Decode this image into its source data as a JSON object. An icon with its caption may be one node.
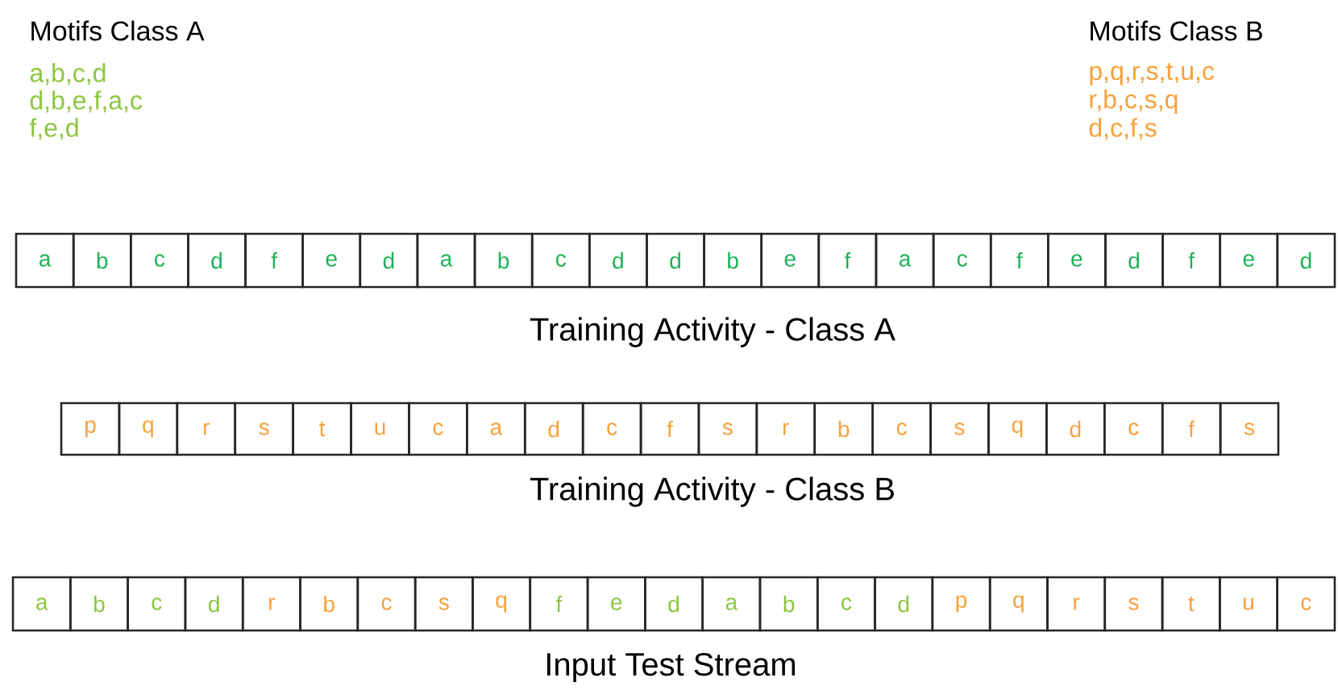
{
  "diagram": {
    "nodes": [
      {
        "text": [
          "a"
        ]
      },
      {
        "text": [
          "b"
        ]
      },
      {
        "text": [
          "c"
        ]
      },
      {
        "text": [
          "d"
        ]
      },
      {
        "text": [
          "f"
        ]
      },
      {
        "text": [
          "e"
        ]
      },
      {
        "text": [
          "d"
        ]
      },
      {
        "text": [
          "a"
        ]
      },
      {
        "text": [
          "b"
        ]
      },
      {
        "text": [
          "c"
        ]
      },
      {
        "text": [
          "d"
        ]
      },
      {
        "text": [
          "d"
        ]
      },
      {
        "text": [
          "b"
        ]
      },
      {
        "text": [
          "e"
        ]
      },
      {
        "text": [
          "f"
        ]
      },
      {
        "text": [
          "a"
        ]
      },
      {
        "text": [
          "c"
        ]
      },
      {
        "text": [
          "f"
        ]
      },
      {
        "text": [
          "e"
        ]
      },
      {
        "text": [
          "d"
        ]
      },
      {
        "text": [
          "f"
        ]
      },
      {
        "text": [
          "e"
        ]
      },
      {
        "text": [
          "d"
        ]
      },
      {
        "text": [
          "p"
        ]
      },
      {
        "text": [
          "q"
        ]
      },
      {
        "text": [
          "r"
        ]
      },
      {
        "text": [
          "s"
        ]
      },
      {
        "text": [
          "t"
        ]
      },
      {
        "text": [
          "u"
        ]
      },
      {
        "text": [
          "c"
        ]
      },
      {
        "text": [
          "a"
        ]
      },
      {
        "text": [
          "d"
        ]
      },
      {
        "text": [
          "c"
        ]
      },
      {
        "text": [
          "f"
        ]
      },
      {
        "text": [
          "s"
        ]
      },
      {
        "text": [
          "r"
        ]
      },
      {
        "text": [
          "b"
        ]
      },
      {
        "text": [
          "c"
        ]
      },
      {
        "text": [
          "s"
        ]
      },
      {
        "text": [
          "q"
        ]
      },
      {
        "text": [
          "d"
        ]
      },
      {
        "text": [
          "c"
        ]
      },
      {
        "text": [
          "f"
        ]
      },
      {
        "text": [
          "s"
        ]
      },
      {
        "text": [
          "a"
        ]
      },
      {
        "text": [
          "b"
        ]
      },
      {
        "text": [
          "c"
        ]
      },
      {
        "text": [
          "d"
        ]
      },
      {
        "text": [
          "r"
        ]
      },
      {
        "text": [
          "b"
        ]
      },
      {
        "text": [
          "c"
        ]
      },
      {
        "text": [
          "s"
        ]
      },
      {
        "text": [
          "q"
        ]
      },
      {
        "text": [
          "f"
        ]
      },
      {
        "text": [
          "e"
        ]
      },
      {
        "text": [
          "d"
        ]
      },
      {
        "text": [
          "a"
        ]
      },
      {
        "text": [
          "b"
        ]
      },
      {
        "text": [
          "c"
        ]
      },
      {
        "text": [
          "d"
        ]
      },
      {
        "text": [
          "p"
        ]
      },
      {
        "text": [
          "q"
        ]
      },
      {
        "text": [
          "r"
        ]
      },
      {
        "text": [
          "s"
        ]
      },
      {
        "text": [
          "t"
        ]
      },
      {
        "text": [
          "u"
        ]
      },
      {
        "text": [
          "c"
        ]
      }
    ],
    "labels": [
      "Motifs Class A",
      "Motifs Class B",
      "a,b,c,d",
      "p,q,r,s,t,u,c",
      "d,b,e,f,a,c",
      "r,b,c,s,q",
      "f,e,d",
      "d,c,f,s",
      "Training Activity - Class A",
      "Training Activity - Class B",
      "Input Test Stream"
    ]
  }
}
